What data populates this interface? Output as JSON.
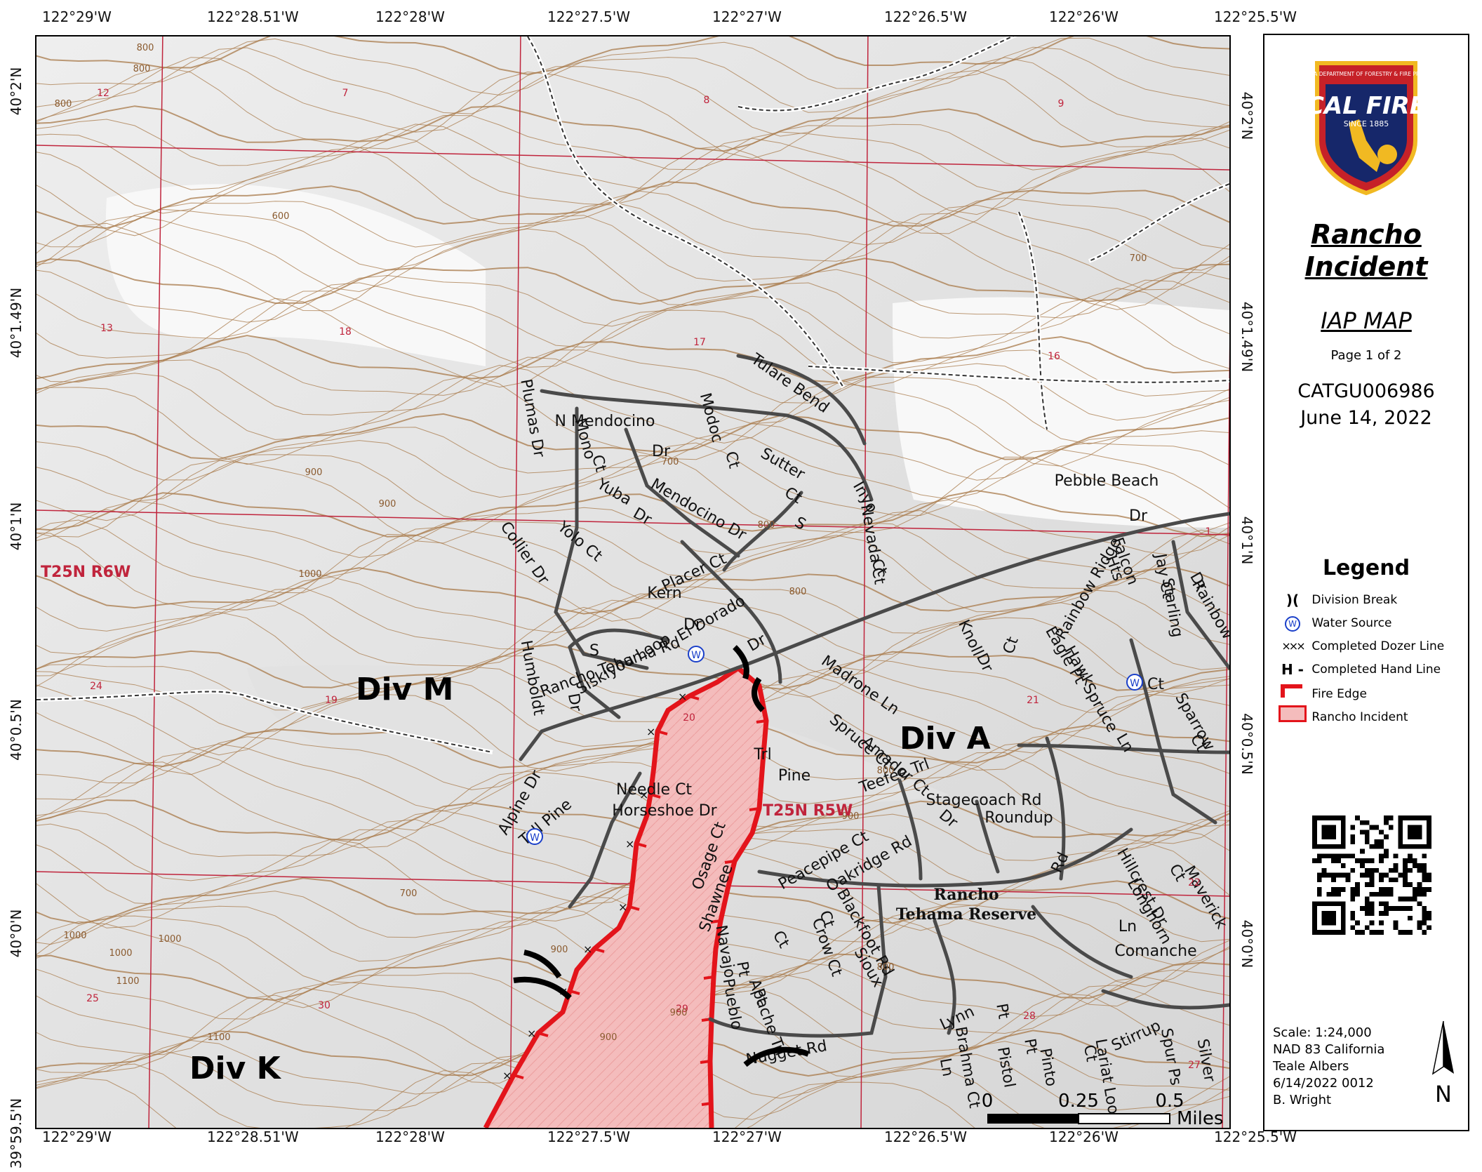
{
  "coords": {
    "top": [
      "122°29'W",
      "122°28.51'W",
      "122°28'W",
      "122°27.5'W",
      "122°27'W",
      "122°26.5'W",
      "122°26'W",
      "122°25.5'W"
    ],
    "bottom": [
      "122°29'W",
      "122°28.51'W",
      "122°28'W",
      "122°27.5'W",
      "122°27'W",
      "122°26.5'W",
      "122°26'W",
      "122°25.5'W"
    ],
    "left": [
      "40°2'N",
      "40°1.49'N",
      "40°1'N",
      "40°0.5'N",
      "40°0'N",
      "39°59.5'N"
    ],
    "right": [
      "40°2'N",
      "40°1.49'N",
      "40°1'N",
      "40°0.5'N",
      "40°0'N"
    ]
  },
  "map": {
    "divisions": [
      "Div M",
      "Div A",
      "Div K"
    ],
    "township_labels": [
      "T25N R6W",
      "T25N R5W"
    ],
    "reserve_label": [
      "Rancho",
      "Tehama Reserve"
    ],
    "roads": [
      "Tulare Bend",
      "N Mendocino",
      "Dr",
      "Modoc",
      "Ct",
      "Plumas Dr",
      "Mono",
      "Ct",
      "Sutter",
      "Ct",
      "S",
      "Yuba",
      "Dr",
      "Mendocino Dr",
      "Inyo",
      "Ct",
      "Pebble Beach",
      "Dr",
      "Yolo Ct",
      "Placer Ct",
      "Collier Dr",
      "Kern",
      "Dr",
      "El Dorado",
      "Dr",
      "Nevada Ct",
      "Rancho Tehama Rd",
      "Humboldt",
      "Dr",
      "S",
      "Siskiyou Loop",
      "Madrone Ln",
      "Knoll",
      "Dr",
      "Rainbow Ridge",
      "Hts",
      "Falcon",
      "Jay Ct",
      "Starling",
      "Dr",
      "Rainbow",
      "Ct",
      "Eagle Pt",
      "Hawk",
      "Ct",
      "Sparrow",
      "Ct",
      "Spruce",
      "Ln",
      "Spruce Ct",
      "Amador Ct",
      "Alpine Dr",
      "Tall Pine",
      "Trl",
      "Pine",
      "Needle Ct",
      "Horseshoe Dr",
      "Teefee Trl",
      "Stagecoach Rd",
      "Roundup",
      "Dr",
      "Peacepipe Ct",
      "Oakridge Rd",
      "Osage Ct",
      "Shawnee",
      "Ct",
      "Maverick",
      "Rd",
      "Hillcrest Dr",
      "Longhorn",
      "Ln",
      "Comanche",
      "Ct",
      "Crow Ct",
      "Blackfoot Rd",
      "Sioux",
      "Ct",
      "Navajo",
      "Pt",
      "Pueblo",
      "Pt",
      "Apache Trl",
      "Nugget Rd",
      "Lynn",
      "Ln",
      "Brahma Ct",
      "Pt",
      "Pistol",
      "Pt",
      "Pinto",
      "Ct",
      "Lariat Loop",
      "Stirrup",
      "Spur Ps",
      "Silver"
    ],
    "sections": [
      "12",
      "7",
      "8",
      "9",
      "13",
      "18",
      "17",
      "16",
      "24",
      "19",
      "20",
      "21",
      "22",
      "25",
      "30",
      "29",
      "28",
      "27",
      "1"
    ],
    "contours": [
      "800",
      "800",
      "800",
      "600",
      "700",
      "800",
      "900",
      "900",
      "1000",
      "800",
      "900",
      "1000",
      "700",
      "800",
      "900",
      "1000",
      "1100",
      "1000",
      "900",
      "1100",
      "800",
      "900",
      "700"
    ]
  },
  "panel": {
    "title_line1": "Rancho",
    "title_line2": "Incident",
    "subtitle": "IAP MAP",
    "page": "Page 1 of 2",
    "incident_number": "CATGU006986",
    "date": "June 14, 2022",
    "logo": {
      "brand": "CAL FIRE",
      "arc_text": "CALIFORNIA DEPARTMENT OF FORESTRY & FIRE PROTECTION",
      "since": "SINCE 1885"
    },
    "legend_title": "Legend",
    "legend": [
      {
        "symbol": ")(",
        "label": "Division Break"
      },
      {
        "symbol": "W",
        "label": "Water Source"
      },
      {
        "symbol": "×××",
        "label": "Completed Dozer Line"
      },
      {
        "symbol": "H -",
        "label": "Completed Hand Line"
      },
      {
        "symbol": "fire-edge",
        "label": "Fire Edge"
      },
      {
        "symbol": "incident-area",
        "label": "Rancho Incident"
      }
    ],
    "scale_info": [
      "Scale: 1:24,000",
      "NAD 83 California",
      "Teale Albers",
      "6/14/2022 0012",
      "B. Wright"
    ],
    "north": "N"
  },
  "scalebar": {
    "ticks": [
      "0",
      "0.25",
      "0.5"
    ],
    "unit": "Miles"
  },
  "colors": {
    "fire_edge": "#e3141b",
    "incident_fill": "#f3b2b2",
    "road": "#4a4a4a",
    "section_line": "#c0243c",
    "contour": "#a8794a",
    "water": "#1a3fc9"
  }
}
